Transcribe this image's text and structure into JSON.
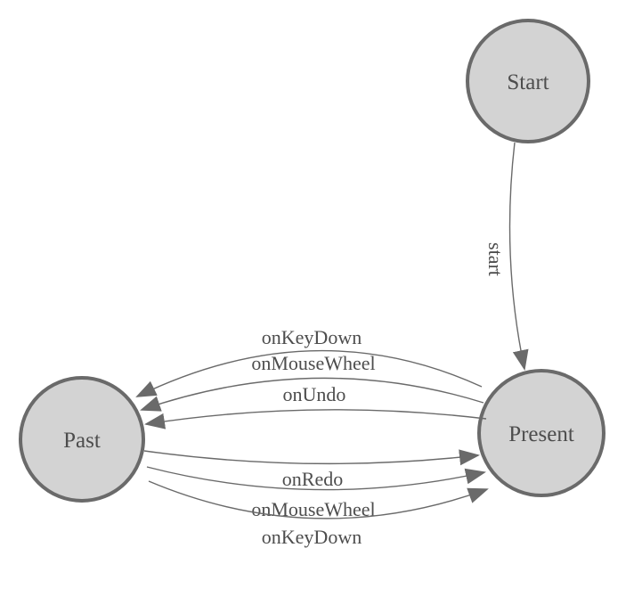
{
  "diagram": {
    "kind": "state-machine",
    "nodes": [
      {
        "id": "start_node",
        "label": "Start"
      },
      {
        "id": "present_node",
        "label": "Present"
      },
      {
        "id": "past_node",
        "label": "Past"
      }
    ],
    "edges": [
      {
        "from": "Start",
        "to": "Present",
        "label": "start"
      },
      {
        "from": "Present",
        "to": "Past",
        "label": "onKeyDown"
      },
      {
        "from": "Present",
        "to": "Past",
        "label": "onMouseWheel"
      },
      {
        "from": "Present",
        "to": "Past",
        "label": "onUndo"
      },
      {
        "from": "Past",
        "to": "Present",
        "label": "onRedo"
      },
      {
        "from": "Past",
        "to": "Present",
        "label": "onMouseWheel"
      },
      {
        "from": "Past",
        "to": "Present",
        "label": "onKeyDown"
      }
    ],
    "colors": {
      "node_fill": "#d3d3d3",
      "node_stroke": "#6a6a6a",
      "edge_stroke": "#6a6a6a",
      "arrow_fill": "#6a6a6a",
      "label_text": "#4d4d4d",
      "background": "#ffffff"
    }
  }
}
